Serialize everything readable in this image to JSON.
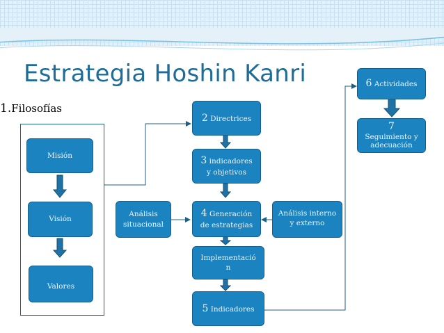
{
  "title": "Estrategia Hoshin Kanri",
  "section": {
    "number": "1.",
    "label": "Filosofías"
  },
  "left_column": {
    "mision": "Misión",
    "vision": "Visión",
    "valores": "Valores"
  },
  "center_column": {
    "directrices": {
      "num": "2",
      "label": "Directrices"
    },
    "indicadores_objetivos": {
      "num": "3",
      "line1": "indicadores",
      "line2": "y objetivos"
    },
    "generacion": {
      "num": "4",
      "line1": "Generación",
      "line2": "de estrategias"
    },
    "implementacion": {
      "line1": "Implementació",
      "line2": "n"
    },
    "indicadores": {
      "num": "5",
      "label": "Indicadores"
    }
  },
  "side_boxes": {
    "analisis_situacional": {
      "line1": "Análisis",
      "line2": "situacional"
    },
    "analisis_interno_externo": {
      "line1": "Análisis interno",
      "line2": "y externo"
    }
  },
  "right_column": {
    "actividades": {
      "num": "6",
      "label": "Actividades"
    },
    "seguimiento": {
      "num": "7",
      "line1": "Seguimiento y",
      "line2": "adecuación"
    }
  },
  "colors": {
    "box_fill": "#1a83c0",
    "box_text": "#eaf5fb",
    "title": "#1f6c98",
    "connector": "#1c5f87"
  }
}
